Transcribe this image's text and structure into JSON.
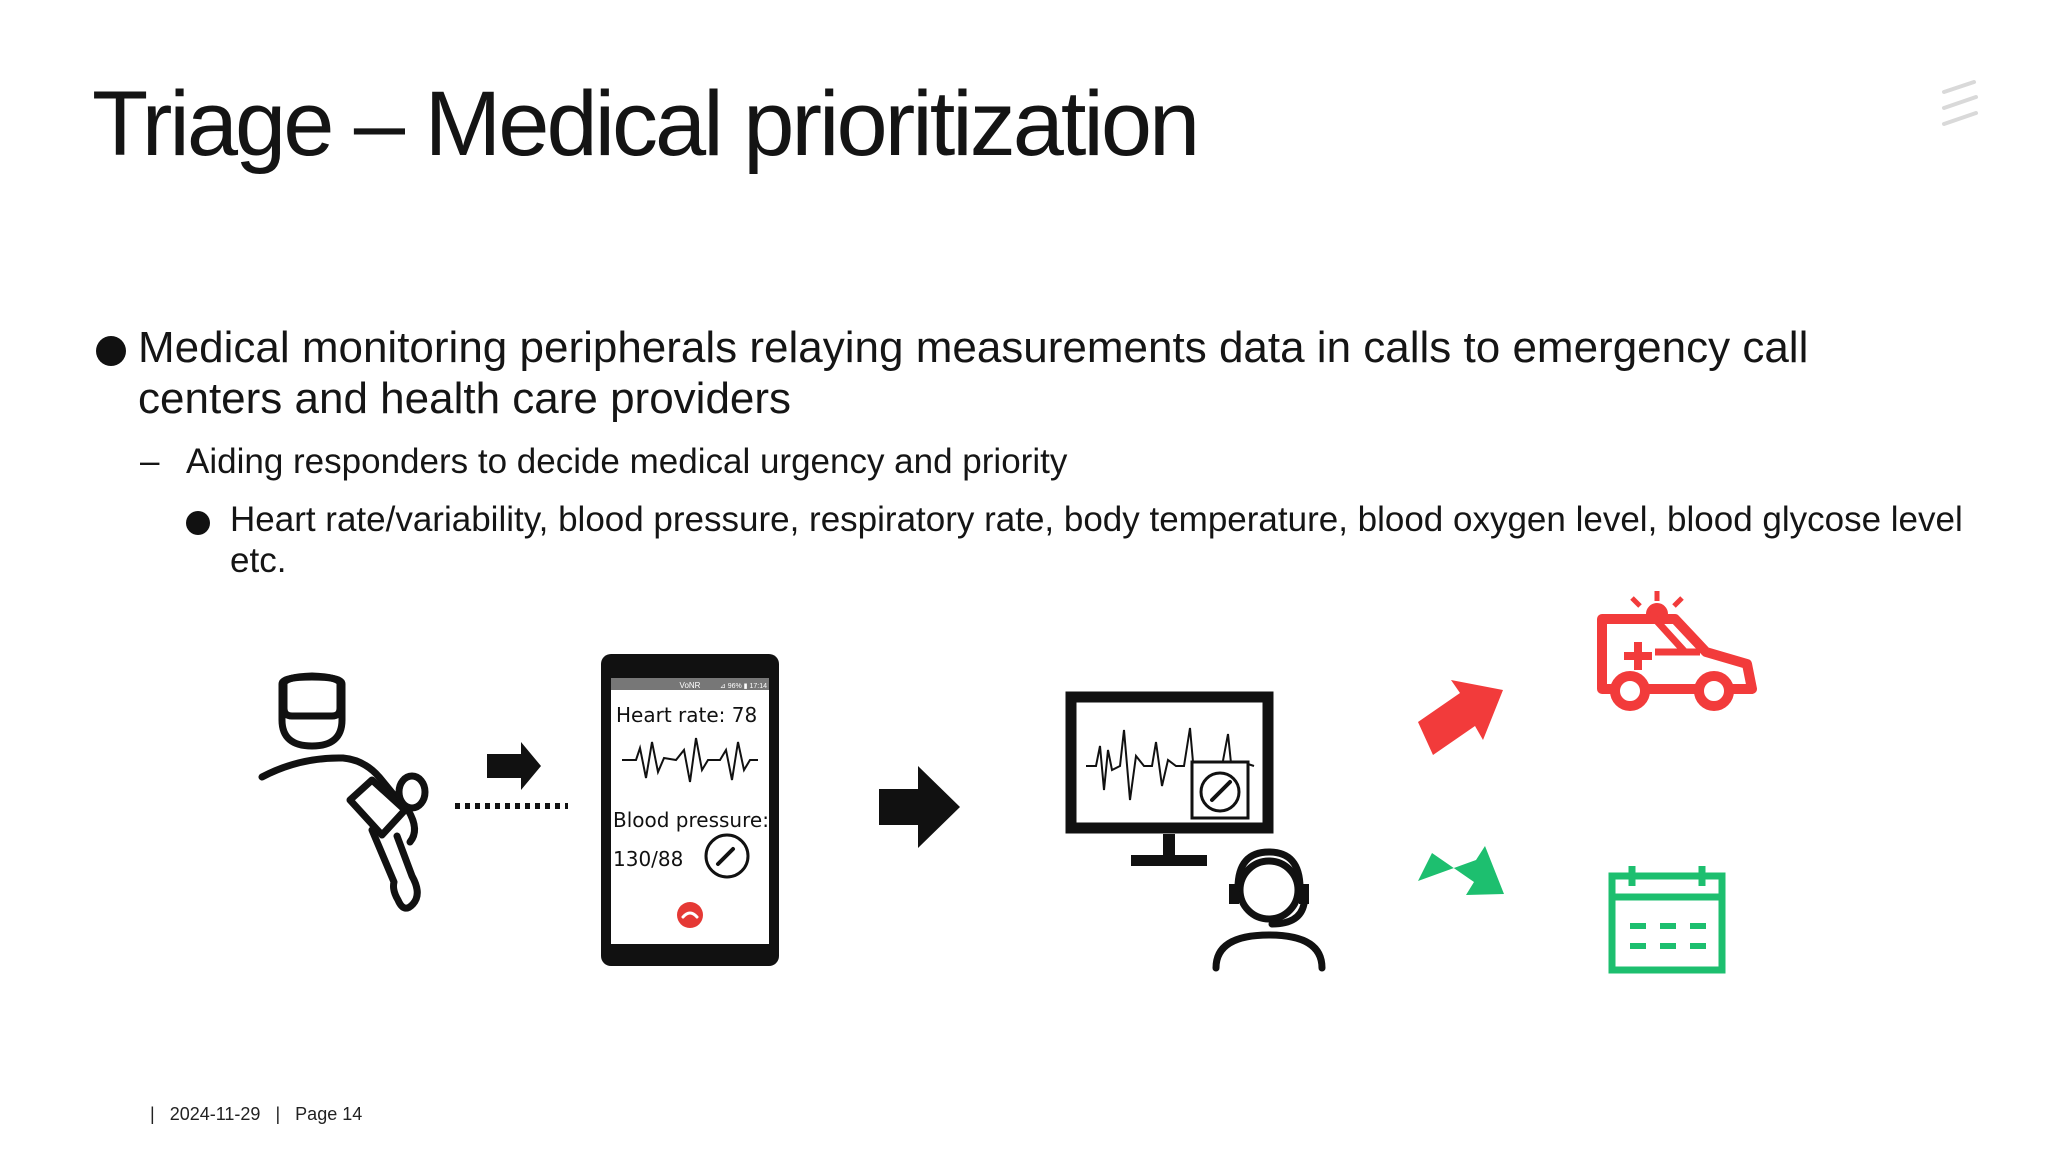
{
  "slide": {
    "title": "Triage – Medical prioritization",
    "bullet1": "Medical monitoring peripherals relaying measurements data in calls to emergency call centers and health care providers",
    "sub_bullet": "Aiding responders to decide medical urgency and priority",
    "sub_sub_bullet": "Heart rate/variability, blood pressure, respiratory rate, body temperature, blood oxygen level, blood glycose level etc."
  },
  "phone": {
    "status_center": "VoNR",
    "status_right": "⊿ 96% ▮ 17:14",
    "heart_rate_label": "Heart rate: 78",
    "blood_pressure_label": "Blood pressure:",
    "blood_pressure_value": "130/88"
  },
  "colors": {
    "urgent": "#f23b3b",
    "routine": "#1dbf6f",
    "icon_dark": "#111111",
    "hangup": "#e53935"
  },
  "icons": {
    "patient": "person-with-bp-cuff-icon",
    "relay_arrow": "arrow-right-icon",
    "phone": "smartphone-icon",
    "monitor": "monitor-with-ecg-icon",
    "operator": "headset-operator-icon",
    "ambulance": "ambulance-icon",
    "calendar": "calendar-icon",
    "logo": "ericsson-logo-icon"
  },
  "footer": {
    "sep1": "|",
    "date": "2024-11-29",
    "sep2": "|",
    "page": "Page 14"
  }
}
